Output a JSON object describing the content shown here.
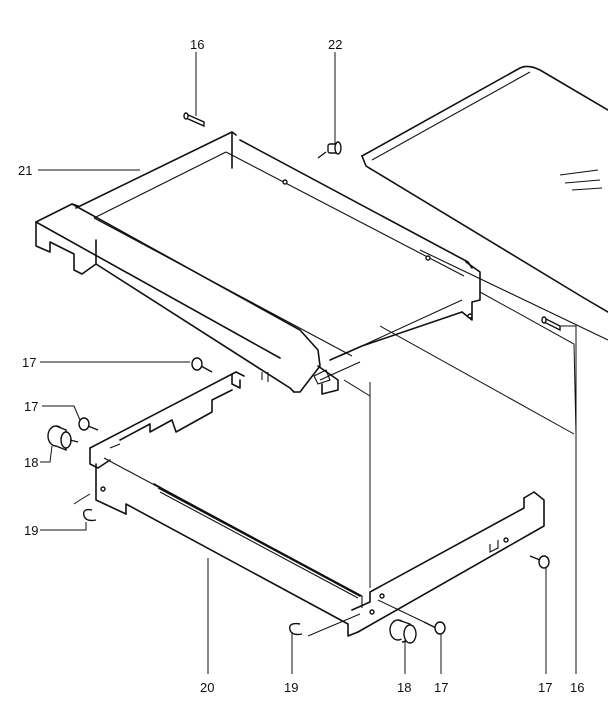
{
  "callouts": {
    "c16_top": "16",
    "c22": "22",
    "c21": "21",
    "c17_mid": "17",
    "c17_left": "17",
    "c18_left": "18",
    "c19_left": "19",
    "c20": "20",
    "c19_bottom": "19",
    "c18_bottom": "18",
    "c17_bottom": "17",
    "c17_right": "17",
    "c16_right": "16"
  }
}
